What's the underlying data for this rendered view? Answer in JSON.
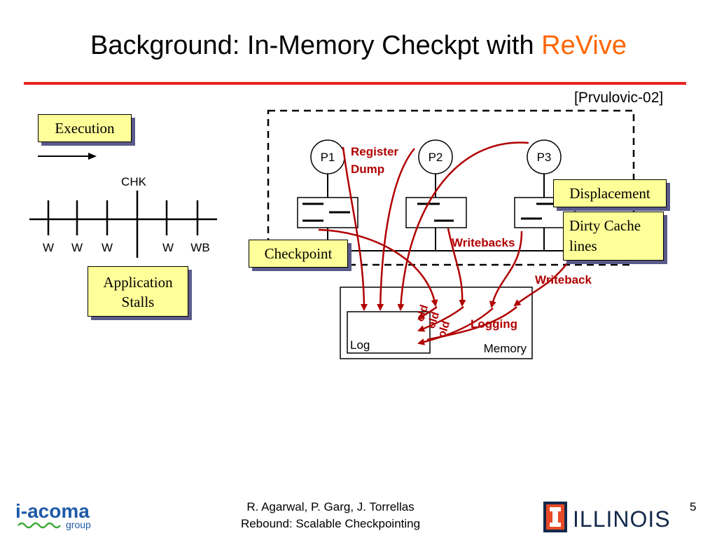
{
  "title": {
    "main": "Background: In-Memory Checkpt with ",
    "accent": "ReVive",
    "accent_color": "#ff6600"
  },
  "citation": "[Prvulovic-02]",
  "timeline": {
    "execution_label": "Execution",
    "chk_label": "CHK",
    "events": [
      "W",
      "W",
      "W",
      "W",
      "WB"
    ],
    "stall_label_line1": "Application",
    "stall_label_line2": "Stalls"
  },
  "diagram": {
    "processors": [
      "P1",
      "P2",
      "P3"
    ],
    "register_dump_line1": "Register",
    "register_dump_line2": "Dump",
    "writebacks_label": "Writebacks",
    "writeback_label": "Writeback",
    "logging_label": "Logging",
    "old_labels": [
      "old",
      "old",
      "old"
    ],
    "log_label": "Log",
    "memory_label": "Memory",
    "checkpoint_label": "Checkpoint",
    "displacement_label": "Displacement",
    "dirty_line1": "Dirty Cache",
    "dirty_line2": "lines",
    "arrow_color": "#b00000"
  },
  "footer": {
    "authors": "R. Agarwal, P. Garg, J. Torrellas",
    "subtitle": "Rebound: Scalable Checkpointing",
    "page_number": "5",
    "left_logo_text": "i-acoma",
    "left_logo_sub": "group",
    "right_logo_text": "ILLINOIS"
  }
}
